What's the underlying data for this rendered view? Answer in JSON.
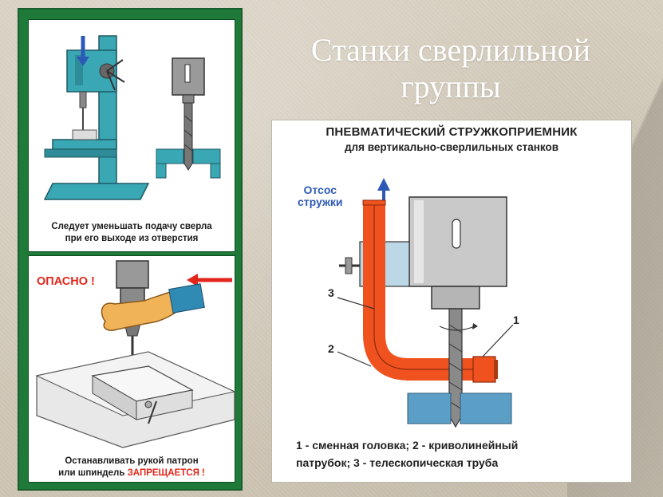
{
  "slide": {
    "title_line1": "Станки сверлильной",
    "title_line2": "группы"
  },
  "left_poster": {
    "top_caption_line1": "Следует уменьшать подачу сверла",
    "top_caption_line2": "при его выходе из отверстия",
    "danger_label": "ОПАСНО !",
    "bottom_caption_line1": "Останавливать рукой патрон",
    "bottom_caption_line2_prefix": "или шпиндель",
    "bottom_caption_line2_forbidden": "ЗАПРЕЩАЕТСЯ !"
  },
  "right_poster": {
    "title_line1": "ПНЕВМАТИЧЕСКИЙ СТРУЖКОПРИЕМНИК",
    "title_line2": "для вертикально-сверлильных станков",
    "suction_line1": "Отсос",
    "suction_line2": "стружки",
    "label_1": "1",
    "label_2": "2",
    "label_3": "3",
    "legend_line1": "1 - сменная головка;  2 - криволинейный",
    "legend_line2": "патрубок;  3 - телескопическая труба"
  },
  "colors": {
    "poster_green": "#1f7a3a",
    "machine_teal": "#3aa7b5",
    "pipe_orange": "#f0521f",
    "arrow_blue": "#2d59b6",
    "danger_red": "#e3261b"
  }
}
